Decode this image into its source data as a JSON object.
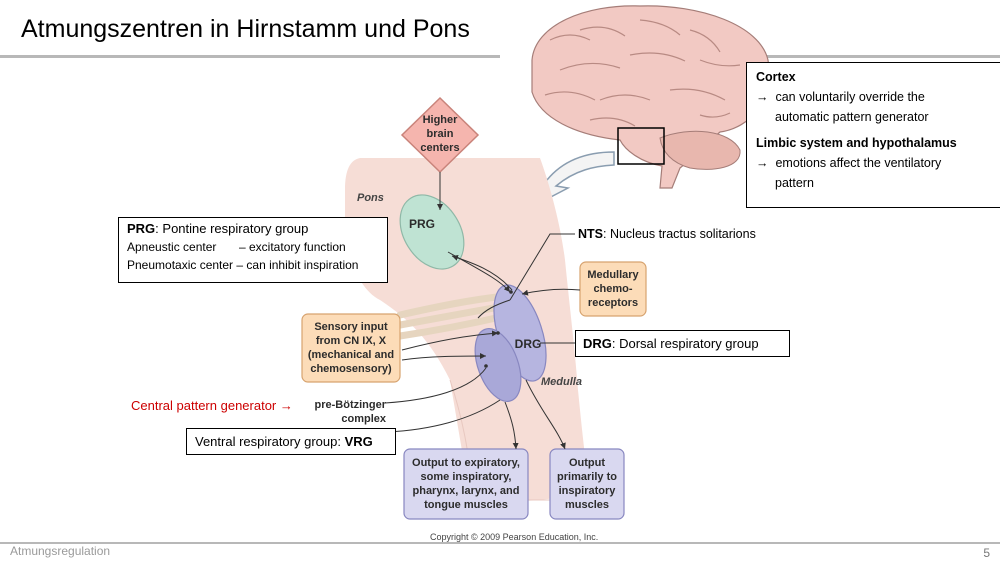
{
  "slide": {
    "title": "Atmungszentren in Hirnstamm und Pons",
    "footer": "Atmungsregulation",
    "page_number": "5",
    "copyright": "Copyright © 2009 Pearson Education, Inc."
  },
  "cortex_box": {
    "heading1": "Cortex",
    "text1a": "can voluntarily override the",
    "text1b": "automatic pattern generator",
    "heading2": "Limbic system and hypothalamus",
    "text2a": "emotions affect the ventilatory",
    "text2b": "pattern",
    "arrow": "→"
  },
  "prg_box": {
    "abbr": "PRG",
    "full": ": Pontine respiratory group",
    "line2a": "Apneustic center",
    "line2b": "– excitatory function",
    "line3": "Pneumotaxic center – can inhibit inspiration"
  },
  "nts": {
    "abbr": "NTS",
    "full": ":  Nucleus tractus solitarions"
  },
  "drg_box": {
    "abbr": "DRG",
    "full": ": Dorsal respiratory group"
  },
  "vrg_box": {
    "prefix": "Ventral respiratory group: ",
    "abbr": "VRG"
  },
  "cpg": {
    "label": "Central pattern generator",
    "arrow": "→"
  },
  "figure": {
    "higher1": "Higher",
    "higher2": "brain",
    "higher3": "centers",
    "pons": "Pons",
    "prg": "PRG",
    "drg": "DRG",
    "medulla": "Medulla",
    "chemo1": "Medullary",
    "chemo2": "chemo-",
    "chemo3": "receptors",
    "sens1": "Sensory input",
    "sens2": "from CN IX, X",
    "sens3": "(mechanical and",
    "sens4": "chemosensory)",
    "preb1": "pre-Bötzinger",
    "preb2": "complex",
    "out1a": "Output to expiratory,",
    "out1b": "some inspiratory,",
    "out1c": "pharynx, larynx, and",
    "out1d": "tongue muscles",
    "out2a": "Output",
    "out2b": "primarily to",
    "out2c": "inspiratory",
    "out2d": "muscles"
  },
  "colors": {
    "accent_red": "#cc0000",
    "pons_fill": "#f6ddd6",
    "prg_fill": "#bfe3d3",
    "drg_fill": "#b6b5e0",
    "orange_box": "#fcdcb8",
    "pink_box": "#f5b5ae",
    "output_box": "#d9d8f0"
  }
}
